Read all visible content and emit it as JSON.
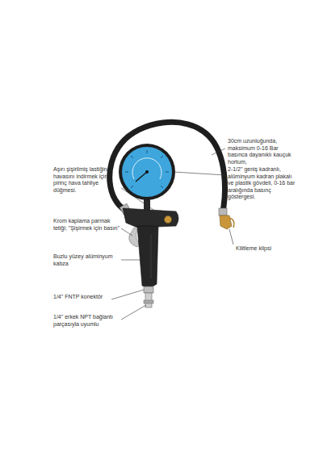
{
  "diagram": {
    "labels": [
      "30cm uzunluğunda, maksimum 0-16 Bar basınca dayanıklı kauçuk hortum,",
      "2-1/2\" geniş kadranlı, alüminyum kadran plakalı ve plastik gövdeli, 0-16 bar aralığında basınç göstergesi.",
      "Aşırı şişirilmiş lastiğin havasını indirmek için pirinç hava tahliye düğmesi.",
      "Kilitleme klipsi",
      "Krom kaplama parmak tetiği; \"Şişirmek için basın\"",
      "Buzlu yüzey alüminyum kabza",
      "1/4\" FNTP konektör",
      "1/4\" erkek NPT bağlantı parçasıyla uyumlu"
    ]
  }
}
